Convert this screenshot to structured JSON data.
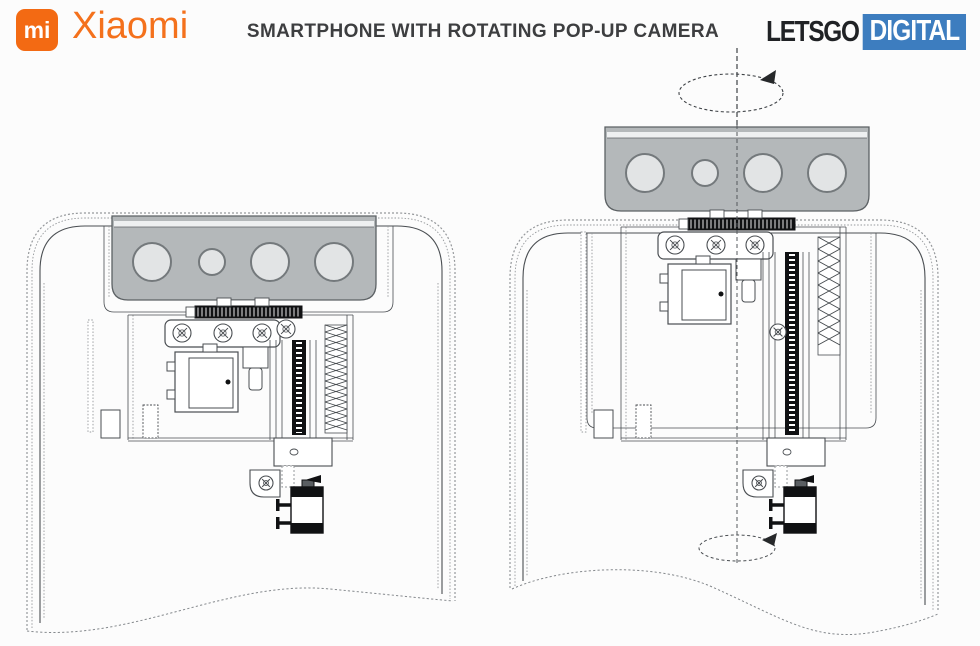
{
  "header": {
    "xiaomi": {
      "badge": "mi",
      "wordmark": "Xiaomi",
      "orange": "#f36a13",
      "wordmark_color": "#f4711c"
    },
    "title": "SMARTPHONE WITH ROTATING POP-UP CAMERA",
    "letsgo": {
      "word1": "LETSGO",
      "word2": "DIGITAL",
      "dark": "#202225",
      "blue": "#3d7dbf"
    }
  },
  "diagram": {
    "line": "#4a4e52",
    "dotted": "#95989b",
    "dark": "#101113",
    "module_fill": "#b4b8ba",
    "module_stroke": "#5c6164",
    "lens_fill": "#e2e4e5",
    "lens_stroke": "#74797c",
    "lens_radii": [
      19,
      13,
      19,
      19
    ]
  }
}
